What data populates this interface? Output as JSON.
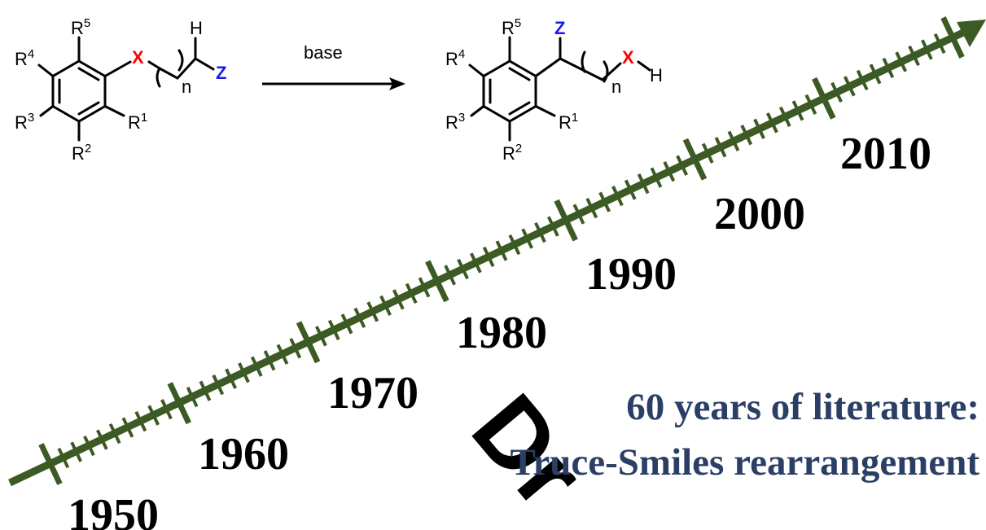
{
  "colors": {
    "timeline": "#3c5a24",
    "title": "#2b3f66",
    "heteroatom": "#ff0000",
    "substituent": "#1a1aee",
    "bond": "#000000",
    "watermark": "#cfe2f7"
  },
  "reaction": {
    "reagent": "base",
    "reactant": {
      "x_atom": "X",
      "h_atom": "H",
      "z_atom": "Z",
      "n_label": "n",
      "r_label": "R",
      "r1": "1",
      "r2": "2",
      "r3": "3",
      "r4": "4",
      "r5": "5"
    },
    "product": {
      "x_atom": "X",
      "h_atom": "H",
      "z_atom": "Z",
      "n_label": "n",
      "r_label": "R",
      "r1": "1",
      "r2": "2",
      "r3": "3",
      "r4": "4",
      "r5": "5"
    }
  },
  "timeline": {
    "years": [
      "1950",
      "1960",
      "1970",
      "1980",
      "1990",
      "2000",
      "2010"
    ]
  },
  "title": {
    "line1": "60 years of literature:",
    "line2": "Truce-Smiles rearrangement"
  },
  "watermark": "Dr"
}
